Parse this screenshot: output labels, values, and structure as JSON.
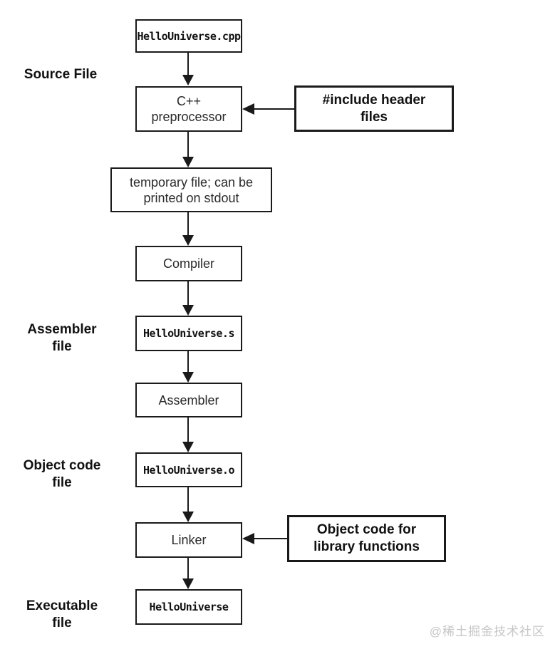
{
  "stage_labels": [
    {
      "label": "Source File"
    },
    {
      "label": "Assembler\nfile"
    },
    {
      "label": "Object code\nfile"
    },
    {
      "label": "Executable\nfile"
    }
  ],
  "flow_boxes": [
    {
      "label": "HelloUniverse.cpp"
    },
    {
      "label": "C++\npreprocessor"
    },
    {
      "label": "temporary file; can be\nprinted on stdout"
    },
    {
      "label": "Compiler"
    },
    {
      "label": "HelloUniverse.s"
    },
    {
      "label": "Assembler"
    },
    {
      "label": "HelloUniverse.o"
    },
    {
      "label": "Linker"
    },
    {
      "label": "HelloUniverse"
    }
  ],
  "input_boxes": [
    {
      "label": "#include header\nfiles"
    },
    {
      "label": "Object code for\nlibrary functions"
    }
  ],
  "watermark": "@稀土掘金技术社区",
  "colors": {
    "line": "#1a1a1a",
    "text": "#1e1e1e",
    "watermark": "#c6c6c6",
    "background": "#ffffff"
  }
}
